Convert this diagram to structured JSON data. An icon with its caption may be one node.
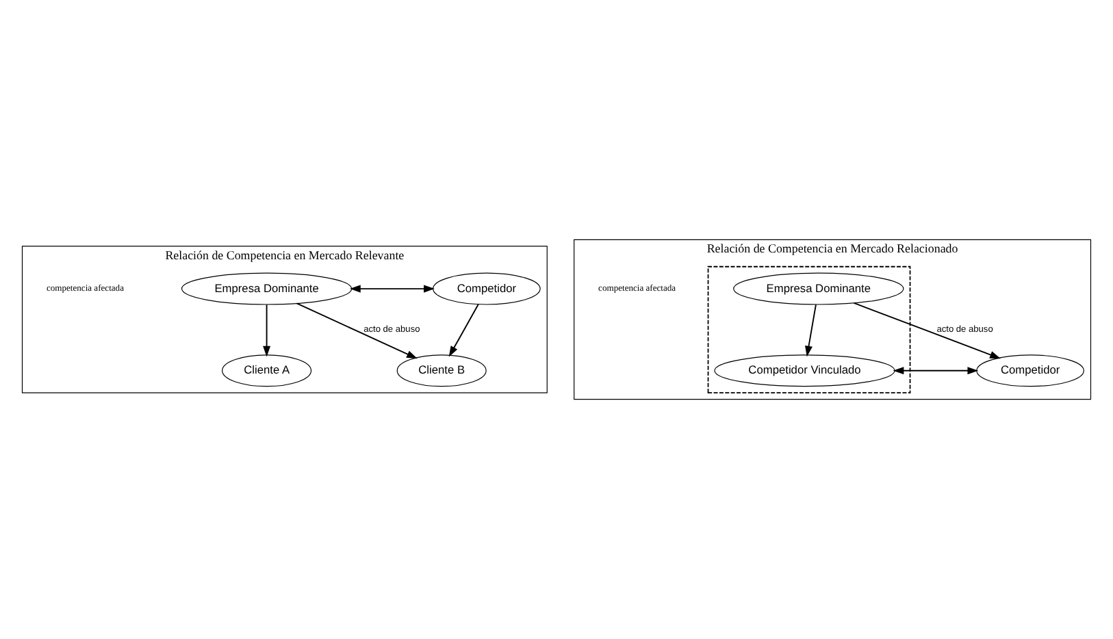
{
  "diagram": {
    "nodes": [
      {
        "text": [
          "Relación de Competencia en Mercado Relevante"
        ]
      },
      {
        "text": [
          "Empresa Dominante"
        ],
        "in": 0
      },
      {
        "text": [
          "Competidor"
        ],
        "in": 0
      },
      {
        "text": [
          "Cliente A"
        ],
        "in": 0
      },
      {
        "text": [
          "Cliente B"
        ],
        "in": 0
      },
      {
        "text": [
          "Relación de Competencia en Mercado Relacionado"
        ]
      },
      {
        "text": [],
        "shape": "box",
        "in": 5
      },
      {
        "text": [
          "Empresa Dominante"
        ],
        "in": 6
      },
      {
        "text": [
          "Competidor Vinculado"
        ],
        "in": 6
      },
      {
        "text": [
          "Competidor"
        ],
        "in": 5
      }
    ],
    "edges": [
      {
        "from": 1,
        "to": 2,
        "arrow": "both"
      },
      {
        "from": 1,
        "to": 3,
        "arrow": "to"
      },
      {
        "from": 1,
        "to": 4,
        "arrow": "to",
        "label": "acto de abuso"
      },
      {
        "from": 2,
        "to": 4,
        "arrow": "to"
      },
      {
        "from": 7,
        "to": 8,
        "arrow": "to"
      },
      {
        "from": 7,
        "to": 9,
        "arrow": "to",
        "label": "acto de abuso"
      },
      {
        "from": 8,
        "to": 9,
        "arrow": "both"
      }
    ],
    "labels": [
      "competencia afectada",
      "competencia afectada"
    ]
  }
}
